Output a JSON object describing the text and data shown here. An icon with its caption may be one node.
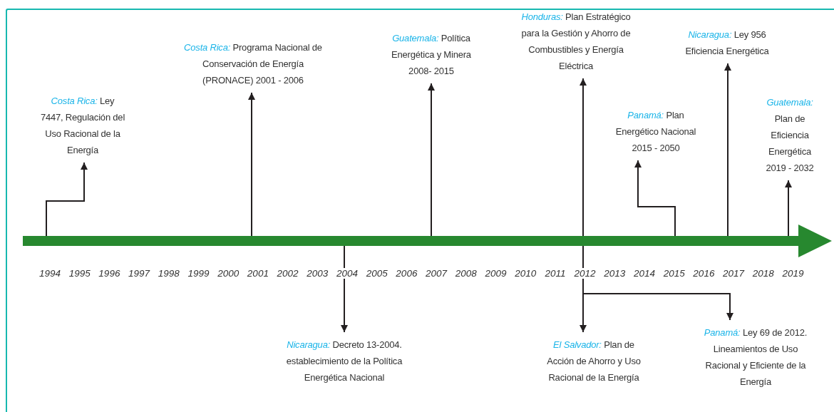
{
  "diagram": {
    "nodes": [
      {
        "text": [],
        "shape": "bar"
      },
      {
        "text": [
          "*Costa Rica:* Ley 7447, Regulación del Uso Racional de la Energía"
        ]
      },
      {
        "text": [
          "*Costa Rica:* Programa Nacional de Conservación de Energía (PRONACE) 2001 - 2006"
        ]
      },
      {
        "text": [
          "*Guatemala:* Política Energética y Minera 2008- 2015"
        ]
      },
      {
        "text": [
          "*Honduras:* Plan Estratégico para la Gestión y Ahorro de Combustibles y Energía Eléctrica"
        ]
      },
      {
        "text": [
          "*Nicaragua:* Ley 956 Eficiencia Energética"
        ]
      },
      {
        "text": [
          "*Panamá:* Plan Energético Nacional 2015 - 2050"
        ]
      },
      {
        "text": [
          "*Guatemala:* Plan de Eficiencia Energética 2019 - 2032"
        ]
      },
      {
        "text": [
          "*Nicaragua:* Decreto 13-2004. establecimiento de la Política Energética Nacional"
        ]
      },
      {
        "text": [
          "*El Salvador:* Plan de Acción de  Ahorro y Uso Racional de la Energía"
        ]
      },
      {
        "text": [
          "*Panamá:* Ley 69 de 2012. Lineamientos de Uso Racional y Eficiente de la Energía"
        ]
      }
    ],
    "edges": [
      {
        "from": 0,
        "to": 1,
        "arrow": "to"
      },
      {
        "from": 0,
        "to": 2,
        "arrow": "to"
      },
      {
        "from": 0,
        "to": 3,
        "arrow": "to"
      },
      {
        "from": 0,
        "to": 4,
        "arrow": "to"
      },
      {
        "from": 0,
        "to": 5,
        "arrow": "to"
      },
      {
        "from": 0,
        "to": 6,
        "arrow": "to"
      },
      {
        "from": 0,
        "to": 7,
        "arrow": "to"
      },
      {
        "from": 0,
        "to": 8,
        "arrow": "to"
      },
      {
        "from": 0,
        "to": 9,
        "arrow": "to"
      },
      {
        "from": 0,
        "to": 10,
        "arrow": "to"
      }
    ],
    "labels": [
      "1994",
      "1995",
      "1996",
      "1997",
      "1998",
      "1999",
      "2000",
      "2001",
      "2002",
      "2003",
      "2004",
      "2005",
      "2006",
      "2007",
      "2008",
      "2009",
      "2010",
      "2011",
      "2012",
      "2013",
      "2014",
      "2015",
      "2016",
      "2017",
      "2018",
      "2019"
    ]
  }
}
